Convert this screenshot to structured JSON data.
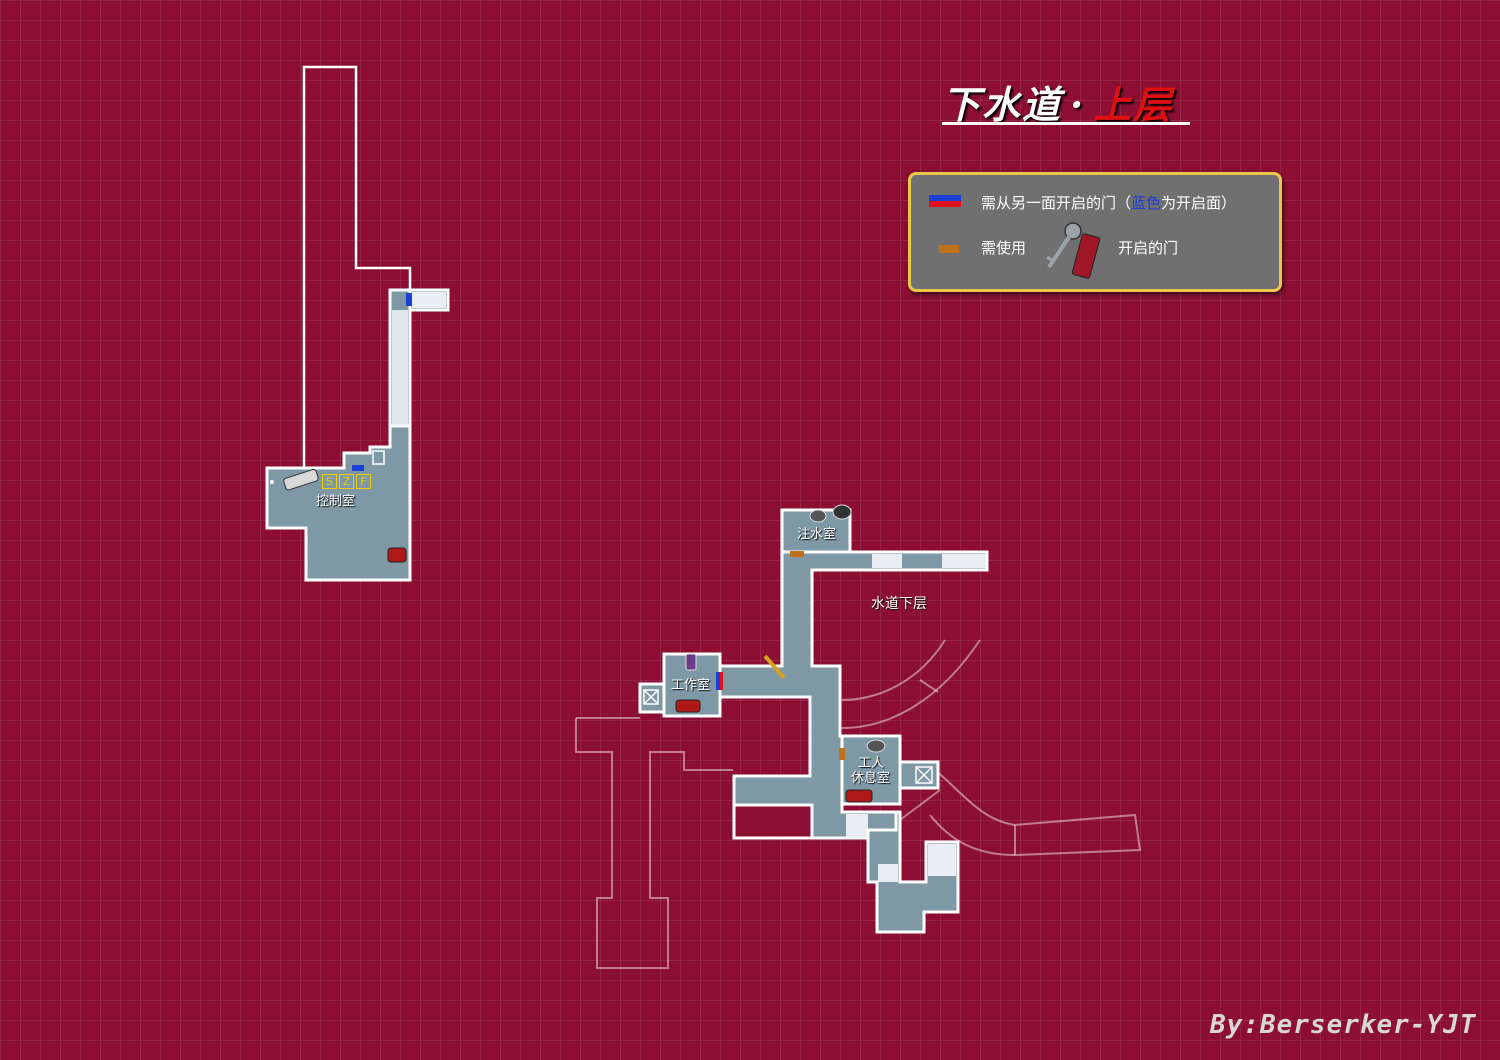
{
  "title": {
    "part1": "下水道",
    "sep": "·",
    "part2": "上层"
  },
  "legend": {
    "row1_text": "需从另一面开启的门（",
    "row1_blue": "蓝色",
    "row1_end": "为开启面）",
    "row2_prefix": "需使用",
    "row2_suffix": "开启的门"
  },
  "rooms": {
    "control": "控制室",
    "water_injection": "注水室",
    "workshop": "工作室",
    "worker_rest_1": "工人",
    "worker_rest_2": "休息室",
    "lower_waterway": "水道下层"
  },
  "szf": [
    "S",
    "Z",
    "F"
  ],
  "credit": "By:Berserker-YJT",
  "colors": {
    "background": "#8c0f33",
    "room_fill": "#7e98a6",
    "door_blue": "#1a3fd6",
    "door_red": "#e0101a",
    "door_orange": "#c0701a",
    "legend_border": "#e8c94a",
    "title_accent": "#e01010"
  },
  "icons": [
    "key-icon",
    "handgun-ammo-icon",
    "herb-icon",
    "knife-icon",
    "gunpowder-icon",
    "typewriter-icon"
  ]
}
